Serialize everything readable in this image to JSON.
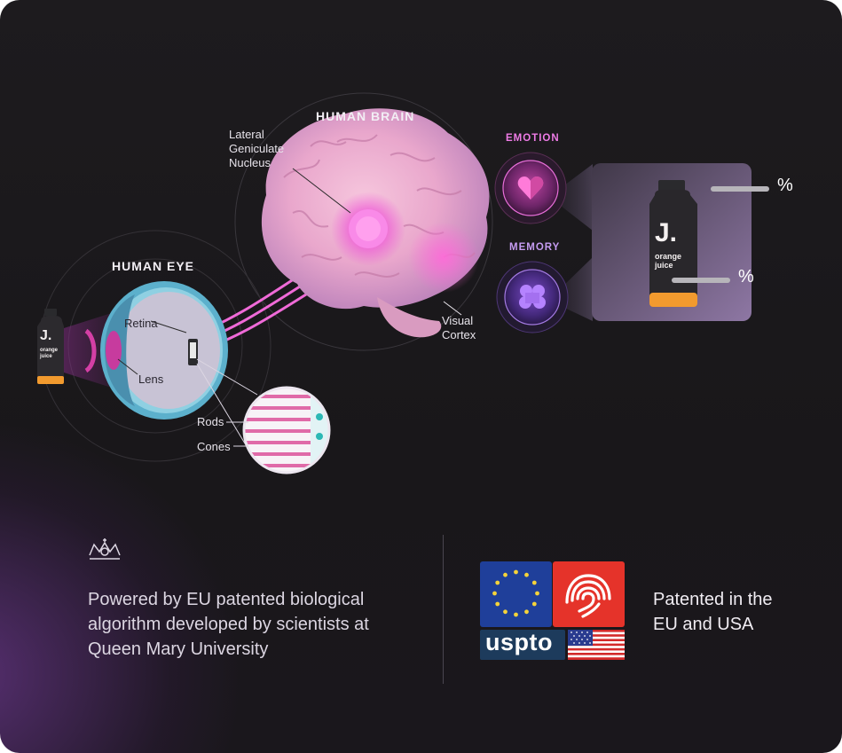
{
  "diagram": {
    "brain_title": "HUMAN BRAIN",
    "eye_title": "HUMAN EYE",
    "lgn_label_line1": "Lateral",
    "lgn_label_line2": "Geniculate",
    "lgn_label_line3": "Nucleus",
    "visual_cortex_line1": "Visual",
    "visual_cortex_line2": "Cortex",
    "retina_label": "Retina",
    "lens_label": "Lens",
    "rods_label": "Rods",
    "cones_label": "Cones",
    "emotion_label": "EMOTION",
    "memory_label": "MEMORY",
    "percent_top": "%",
    "percent_bottom": "%",
    "product_brand": "J.",
    "product_line1": "orange",
    "product_line2": "juice"
  },
  "footer": {
    "powered_line1": "Powered by EU patented biological",
    "powered_line2": "algorithm developed by scientists at",
    "powered_line3": "Queen Mary University",
    "patent_line1": "Patented in the",
    "patent_line2": "EU and USA",
    "uspto_text": "uspto"
  },
  "colors": {
    "accent_pink": "#ee7be6",
    "background": "#1b191c",
    "eu_blue": "#1f3f9a",
    "epo_red": "#e5332a",
    "uspto_navy": "#1d3b5c",
    "juice_orange": "#f29a2e"
  },
  "icons": {
    "crown": "crown-icon",
    "heart": "heart-icon",
    "memory": "brain-memory-icon"
  }
}
